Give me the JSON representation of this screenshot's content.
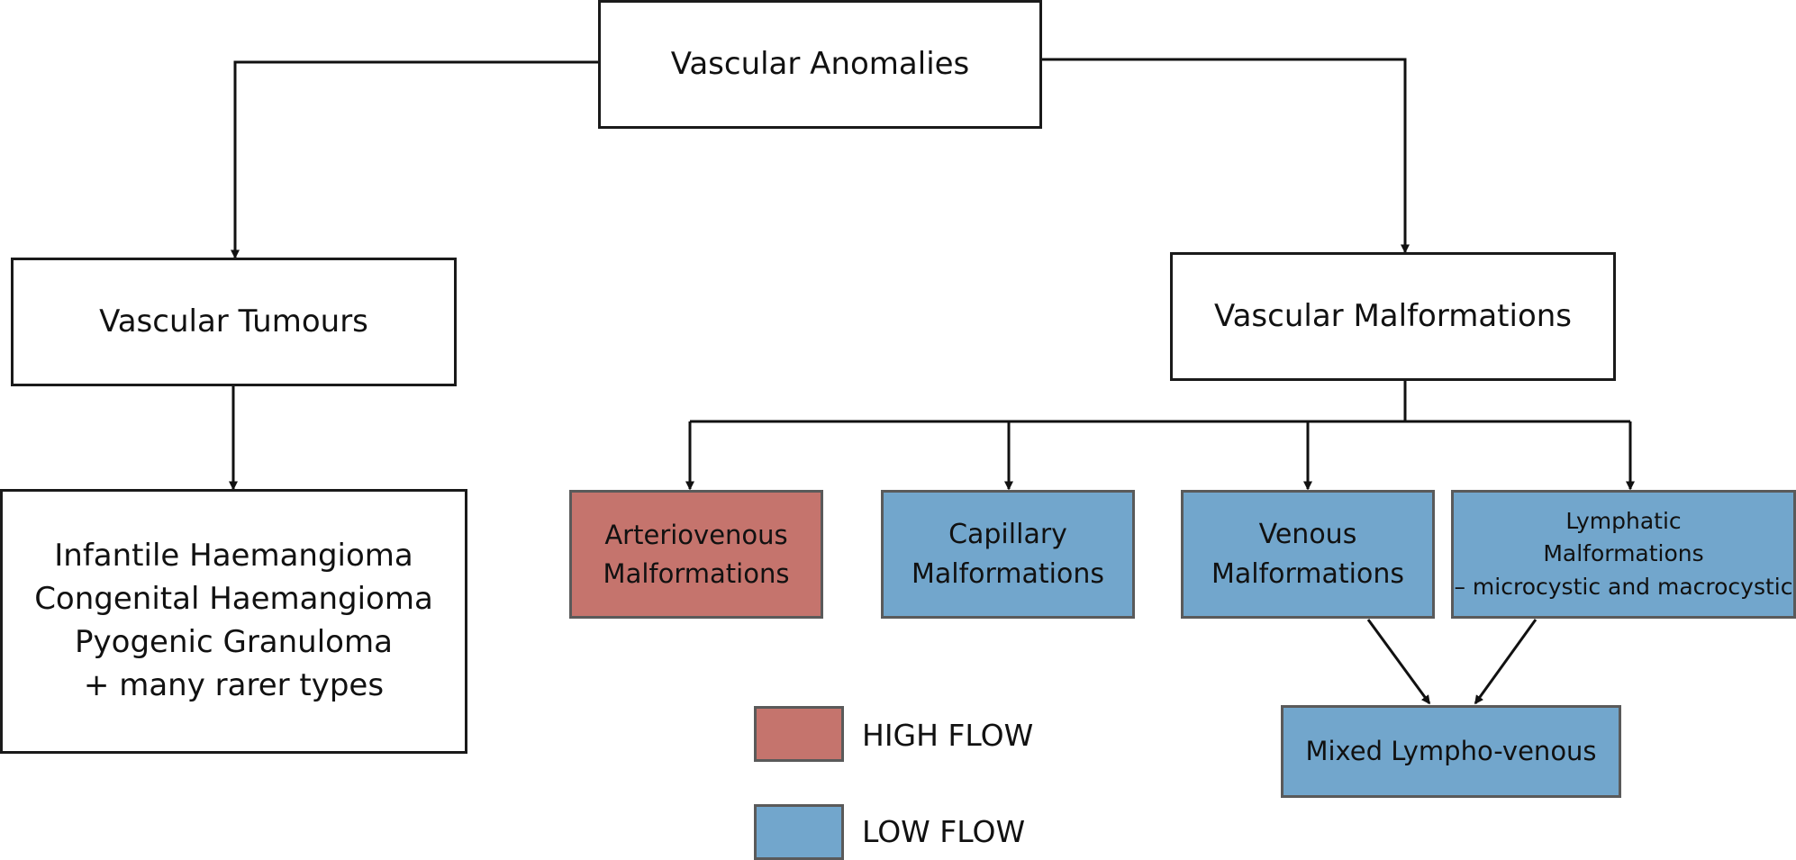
{
  "nodes": {
    "vascular_anomalies": "Vascular Anomalies",
    "vascular_tumours": "Vascular Tumours",
    "vascular_malformations": "Vascular Malformations",
    "tumour_types": "Infantile Haemangioma\nCongenital Haemangioma\nPyogenic Granuloma\n+ many rarer types",
    "arteriovenous": "Arteriovenous\nMalformations",
    "capillary": "Capillary\nMalformations",
    "venous": "Venous\nMalformations",
    "lymphatic": "Lymphatic\nMalformations\n– microcystic and macrocystic",
    "mixed": "Mixed Lympho-venous"
  },
  "legend": {
    "high_flow": "HIGH FLOW",
    "low_flow": "LOW FLOW"
  },
  "colors": {
    "high_flow": "#c5746d",
    "low_flow": "#72a6cc"
  }
}
